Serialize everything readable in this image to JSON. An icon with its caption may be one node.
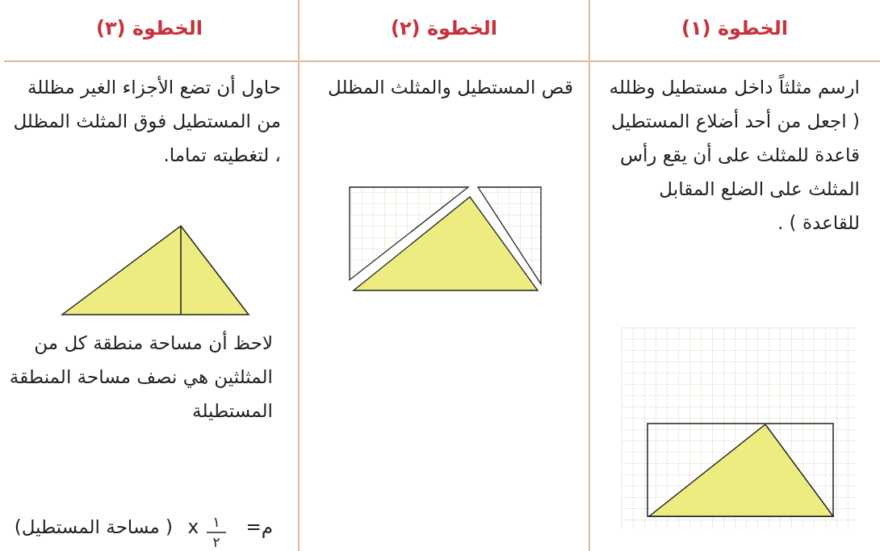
{
  "diagram": {
    "labels": [
      "الخطوة (١)",
      "الخطوة (٢)",
      "الخطوة (٣)",
      "ارسم مثلثاً داخل مستطيل وظلله ( اجعل من أحد أضلاع المستطيل قاعدة للمثلث على أن يقع رأس المثلث على الضلع المقابل للقاعدة ) .",
      "قص المستطيل والمثلث المظلل",
      "حاول أن تضع الأجزاء الغير مظللة من المستطيل فوق المثلث المظلل ، لتغطيته تماما.",
      "لاحظ أن مساحة منطقة كل من المثلثين هي نصف مساحة المنطقة المستطيلة",
      "م=",
      "١",
      "٢",
      "x",
      "( مساحة المستطيل)"
    ]
  }
}
